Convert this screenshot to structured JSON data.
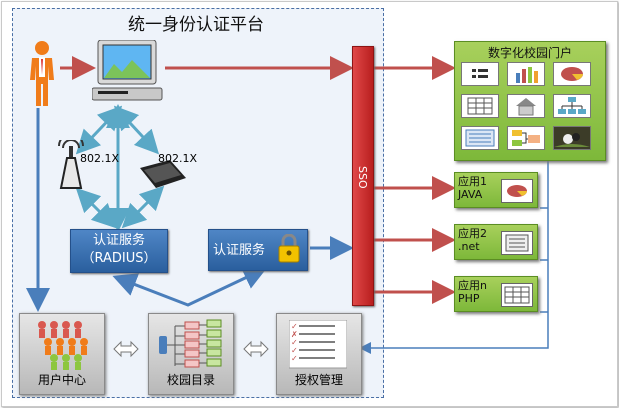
{
  "title": "统一身份认证平台",
  "sso_label": "SSO",
  "wireless_labels": [
    "802.1X",
    "802.1X"
  ],
  "radius_box": {
    "line1": "认证服务",
    "line2": "（RADIUS）"
  },
  "auth_box": {
    "label": "认证服务"
  },
  "bottom_boxes": {
    "user_center": "用户中心",
    "directory": "校园目录",
    "authorization": "授权管理"
  },
  "portal": {
    "title": "数字化校园门户",
    "tiles": [
      "list-icon",
      "bar-chart-icon",
      "pie-chart-icon",
      "table-icon",
      "house-icon",
      "org-chart-icon",
      "form-icon",
      "flow-icon",
      "photo-icon"
    ]
  },
  "apps": [
    {
      "line1": "应用1",
      "line2": "JAVA",
      "icon": "pie-chart-icon"
    },
    {
      "line1": "应用2",
      "line2": ".net",
      "icon": "document-icon"
    },
    {
      "line1": "应用n",
      "line2": "PHP",
      "icon": "table-icon"
    }
  ],
  "colors": {
    "red": "#c0504d",
    "blue": "#4a7ebb",
    "teal": "#5aa8c6",
    "green": "#8dc63f"
  }
}
